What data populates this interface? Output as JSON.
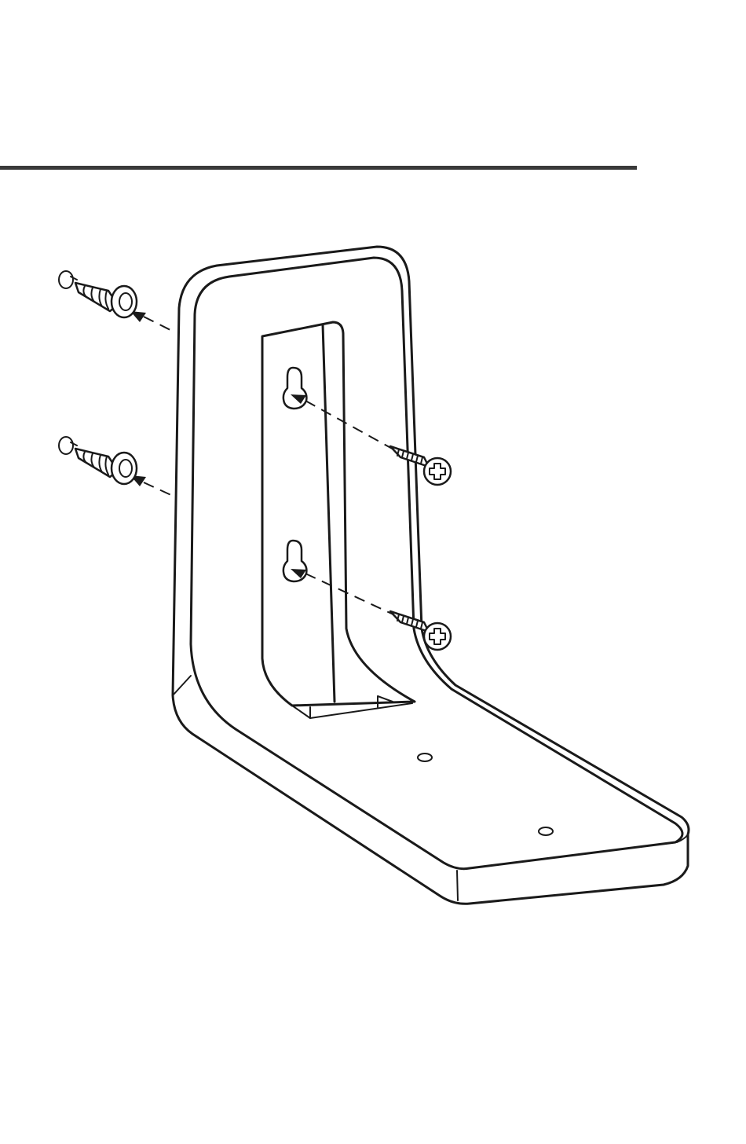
{
  "figure": {
    "subject": "wall-mount-bracket",
    "parts": [
      "bracket",
      "wall-anchor",
      "wall-anchor",
      "screw",
      "screw",
      "keyhole-slot",
      "keyhole-slot",
      "mounting-hole",
      "mounting-hole"
    ]
  },
  "colors": {
    "line": "#1a1a1a",
    "rule": "#3a3a3a",
    "background": "#ffffff"
  }
}
